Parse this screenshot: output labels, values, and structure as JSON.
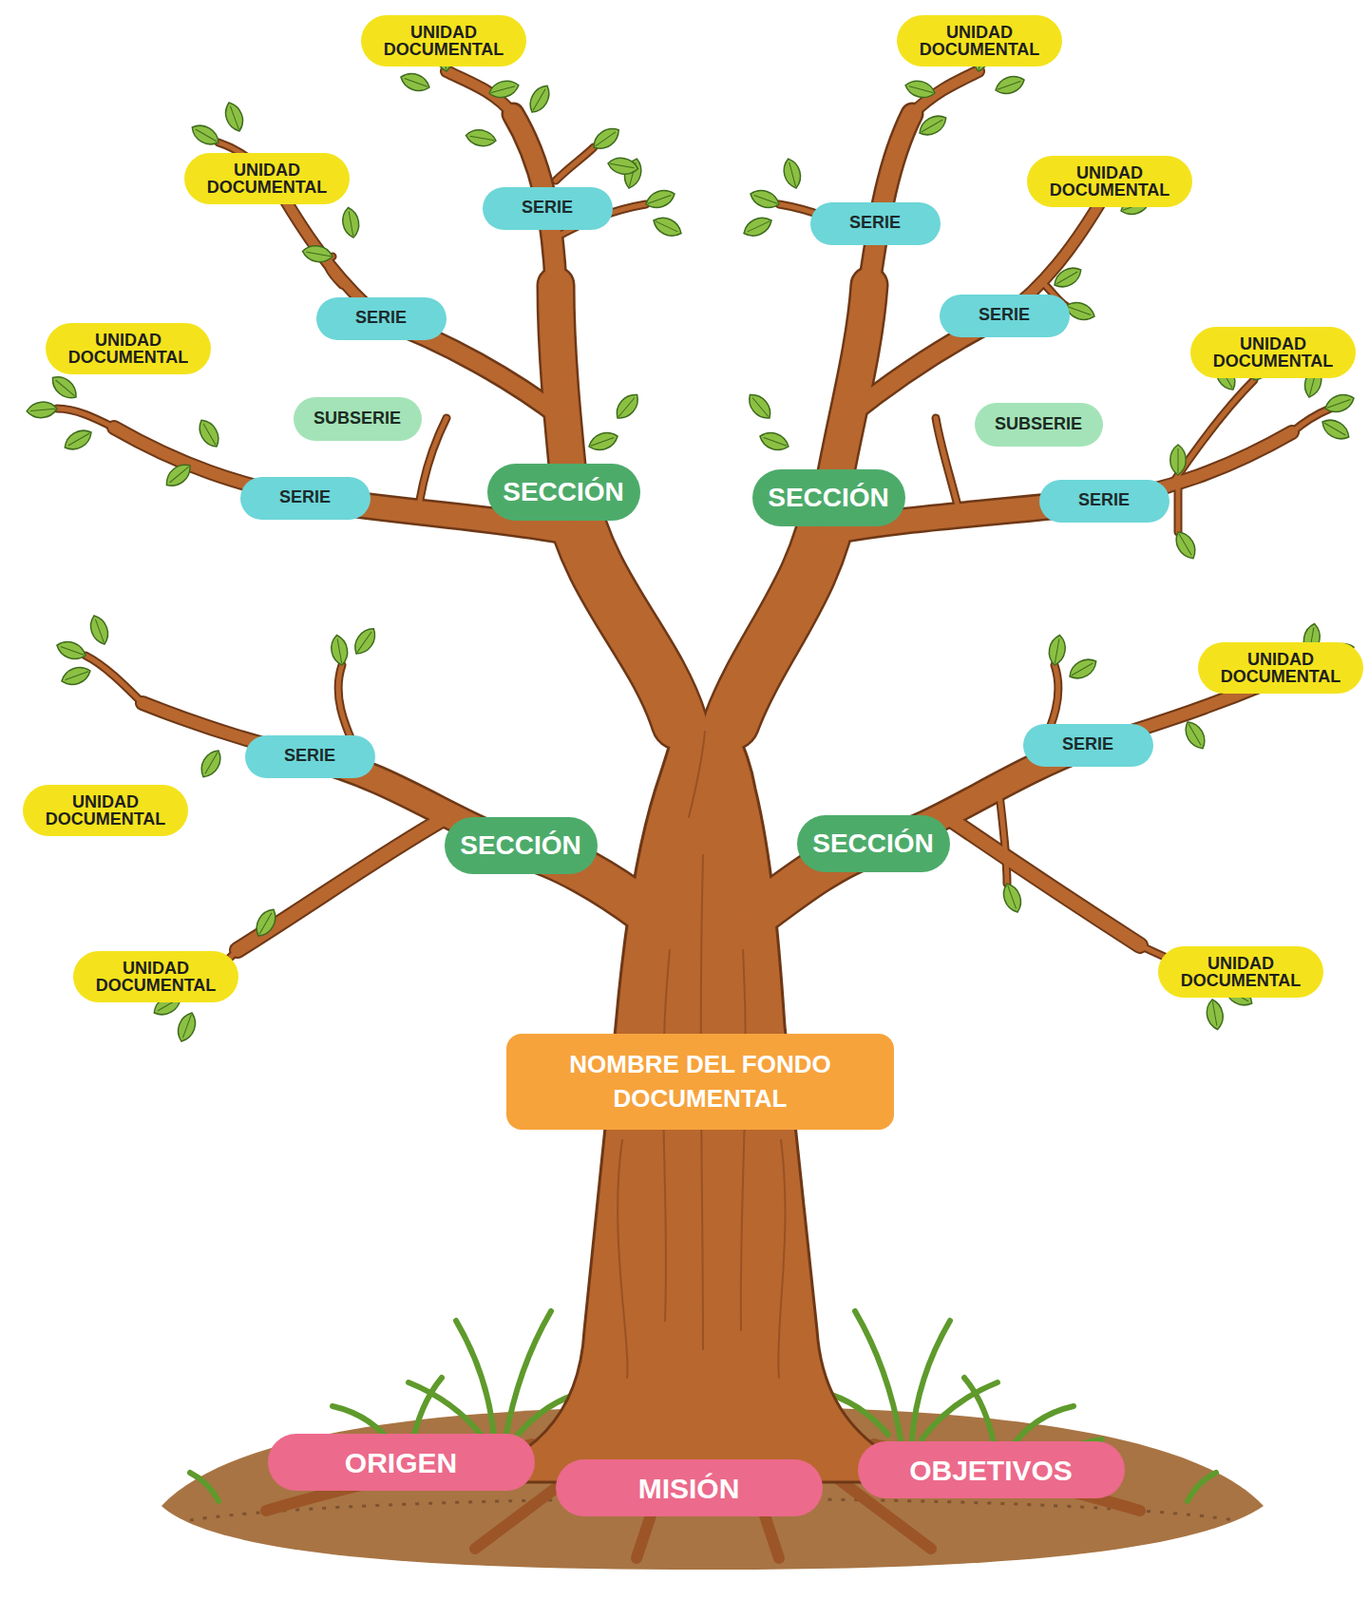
{
  "diagram": {
    "nodes": [
      {
        "text": [
          "UNIDAD DOCUMENTAL"
        ]
      },
      {
        "text": [
          "UNIDAD DOCUMENTAL"
        ]
      },
      {
        "text": [
          "UNIDAD DOCUMENTAL"
        ]
      },
      {
        "text": [
          "UNIDAD DOCUMENTAL"
        ]
      },
      {
        "text": [
          "SERIE"
        ]
      },
      {
        "text": [
          "SERIE"
        ]
      },
      {
        "text": [
          "SERIE"
        ]
      },
      {
        "text": [
          "SERIE"
        ]
      },
      {
        "text": [
          "UNIDAD DOCUMENTAL"
        ]
      },
      {
        "text": [
          "UNIDAD DOCUMENTAL"
        ]
      },
      {
        "text": [
          "SUBSERIE"
        ]
      },
      {
        "text": [
          "SUBSERIE"
        ]
      },
      {
        "text": [
          "SERIE"
        ]
      },
      {
        "text": [
          "SECCIÓN"
        ]
      },
      {
        "text": [
          "SECCIÓN"
        ]
      },
      {
        "text": [
          "SERIE"
        ]
      },
      {
        "text": [
          "UNIDAD DOCUMENTAL"
        ]
      },
      {
        "text": [
          "SERIE"
        ]
      },
      {
        "text": [
          "SERIE"
        ]
      },
      {
        "text": [
          "UNIDAD DOCUMENTAL"
        ]
      },
      {
        "text": [
          "SECCIÓN"
        ]
      },
      {
        "text": [
          "SECCIÓN"
        ]
      },
      {
        "text": [
          "UNIDAD DOCUMENTAL"
        ]
      },
      {
        "text": [
          "UNIDAD DOCUMENTAL"
        ]
      },
      {
        "text": [
          "NOMBRE DEL FONDO DOCUMENTAL"
        ]
      },
      {
        "text": [
          "ORIGEN"
        ]
      },
      {
        "text": [
          "MISIÓN"
        ]
      },
      {
        "text": [
          "OBJETIVOS"
        ]
      }
    ]
  }
}
